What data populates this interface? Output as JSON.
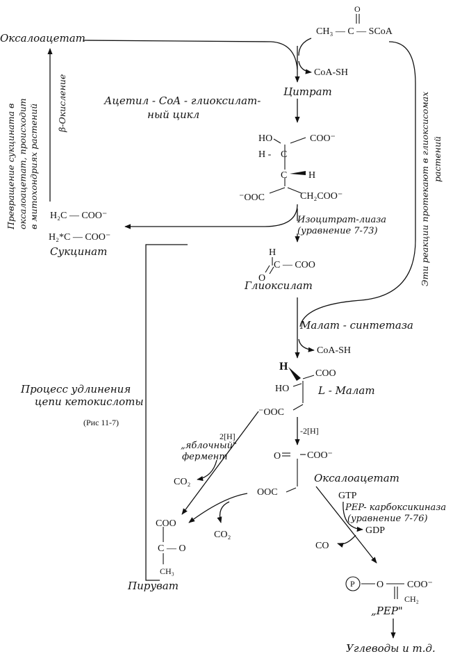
{
  "labels": {
    "oxaloacetate_top": "Оксалоацетат",
    "acetyl_coa_top_o": "O",
    "acetyl_coa": "CH₃ — C — SCoA",
    "coa_sh_1": "CoA-SH",
    "citrate": "Цитрат",
    "cycle_name_1": "Ацетил - CoA - глиоксилат-",
    "cycle_name_2": "ный цикл",
    "isocitrate_ho": "HO",
    "isocitrate_coo1": "COO⁻",
    "isocitrate_h1": "H -",
    "isocitrate_c1": "C",
    "isocitrate_c2": "C",
    "isocitrate_h2": "H",
    "isocitrate_ooc": "⁻OOC",
    "isocitrate_ch2coo": "CH₂COO⁻",
    "succinate_line1": "H₂C — COO⁻",
    "succinate_line2": "H₂*C — COO⁻",
    "succinate": "Сукцинат",
    "isocitrate_lyase_1": "Изоцитрат-лиаза",
    "isocitrate_lyase_2": "(уравнение 7-73)",
    "glyoxylate_h": "H",
    "glyoxylate_c": "C — COO",
    "glyoxylate_o": "O",
    "glyoxylate": "Глиоксилат",
    "malate_synthase": "Малат - синтетаза",
    "coa_sh_2": "CoA-SH",
    "malate_h": "H",
    "malate_coo": "COO",
    "malate_ho": "HO",
    "malate": "L - Малат",
    "malate_ooc": "⁻OOC",
    "elongation_1": "Процесс удлинения",
    "elongation_2": "цепи кетокислоты",
    "fig_ref": "(Рис 11-7)",
    "malic_enzyme_1": "„яблочный\"",
    "malic_enzyme_2": "фермент",
    "two_h_left": "2[H]",
    "two_h_right": "-2[H]",
    "oaa_o": "O",
    "oaa_coo": "COO⁻",
    "oaa_ooc": "OOC",
    "oxaloacetate_bottom": "Оксалоацетат",
    "co2_a": "CO₂",
    "co2_b": "CO₂",
    "co2_c": "CO",
    "gtp": "GTP",
    "pep_ck_1": "PEP- карбоксикиназа",
    "pep_ck_2": "(уравнение 7-76)",
    "gdp": "GDP",
    "pyruvate_coo": "COO",
    "pyruvate_co": "C — O",
    "pyruvate_ch3": "CH₃",
    "pyruvate": "Пируват",
    "pep_p": "P",
    "pep_o": "O",
    "pep_coo": "COO⁻",
    "pep_ch2": "CH₂",
    "pep": "„PEP\"",
    "carbohydrates": "Углеводы и т.д.",
    "beta_oxidation": "β-Окисление",
    "conversion_1": "Превращение сукцината в",
    "conversion_2": "оксалоацетат, происходит",
    "conversion_3": "в митохондриях растений",
    "glyoxysomes_1": "Эти реакции протекают в глиоксисомах",
    "glyoxysomes_2": "растений"
  }
}
